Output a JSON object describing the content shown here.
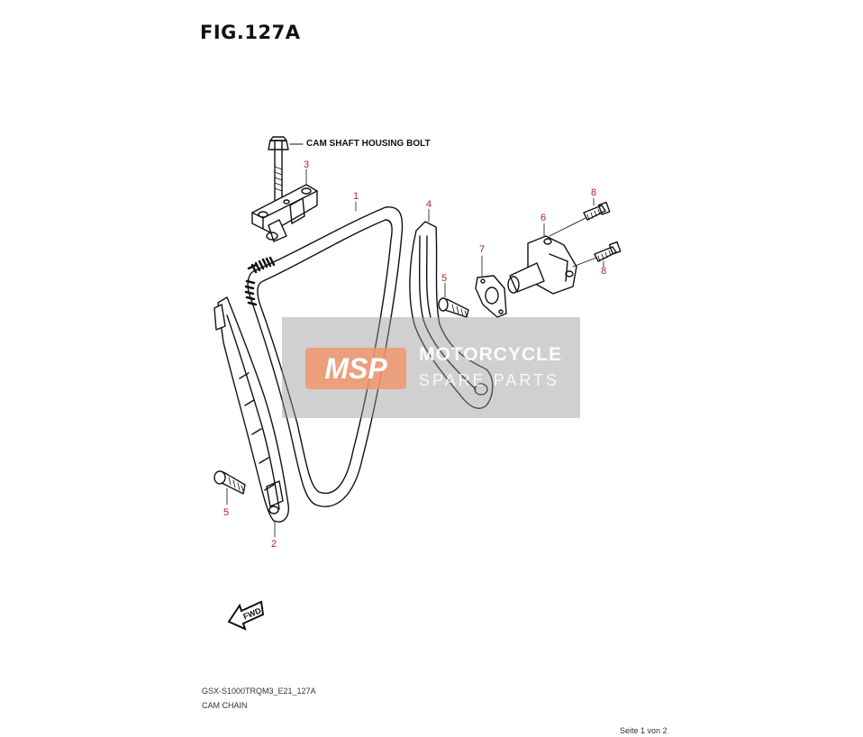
{
  "figure": {
    "title": "FIG.127A",
    "bolt_label": "CAM SHAFT HOUSING BOLT",
    "direction_label": "FWD"
  },
  "callouts": [
    {
      "id": "1",
      "part": "cam-chain"
    },
    {
      "id": "2",
      "part": "chain-guide-front"
    },
    {
      "id": "3",
      "part": "guide-holder"
    },
    {
      "id": "4",
      "part": "tensioner-guide"
    },
    {
      "id": "5",
      "part": "bolt-upper"
    },
    {
      "id": "5",
      "part": "bolt-lower"
    },
    {
      "id": "6",
      "part": "chain-tensioner"
    },
    {
      "id": "7",
      "part": "gasket"
    },
    {
      "id": "8",
      "part": "bolt-tensioner-upper"
    },
    {
      "id": "8",
      "part": "bolt-tensioner-lower"
    }
  ],
  "watermark": {
    "logo": "MSP",
    "line1": "MOTORCYCLE",
    "line2": "SPARE PARTS"
  },
  "footer": {
    "code": "GSX-S1000TRQM3_E21_127A",
    "name": "CAM CHAIN",
    "page": "Seite 1 von 2"
  }
}
